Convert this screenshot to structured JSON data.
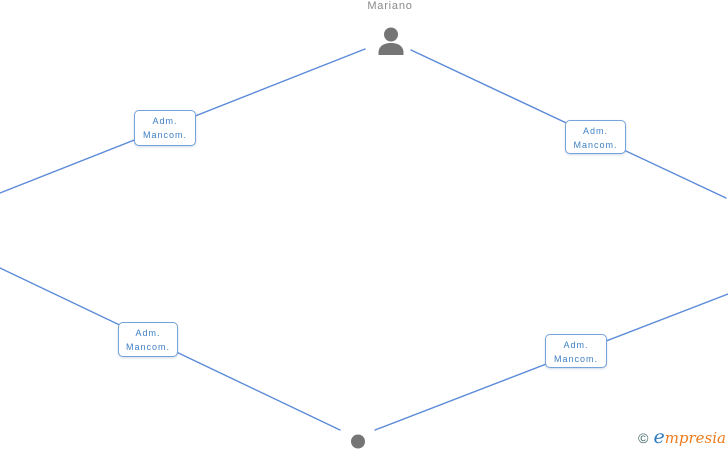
{
  "diagram": {
    "top_person": {
      "name": "Mariano"
    },
    "edge_labels": [
      {
        "line1": "Adm.",
        "line2": "Mancom."
      },
      {
        "line1": "Adm.",
        "line2": "Mancom."
      },
      {
        "line1": "Adm.",
        "line2": "Mancom."
      },
      {
        "line1": "Adm.",
        "line2": "Mancom."
      }
    ]
  },
  "footer": {
    "copyright_symbol": "©",
    "brand_initial": "e",
    "brand_rest": "mpresia"
  },
  "colors": {
    "page_background": "#ffffff",
    "edge_line": "#5b8bd8",
    "box_border": "#76a3da",
    "box_text": "#4080c4",
    "person_icon": "#757575",
    "person_label": "#8a8a8a",
    "copyright": "#3c6464",
    "brand_blue": "#2f7cc0",
    "brand_orange": "#ee7c1e"
  }
}
